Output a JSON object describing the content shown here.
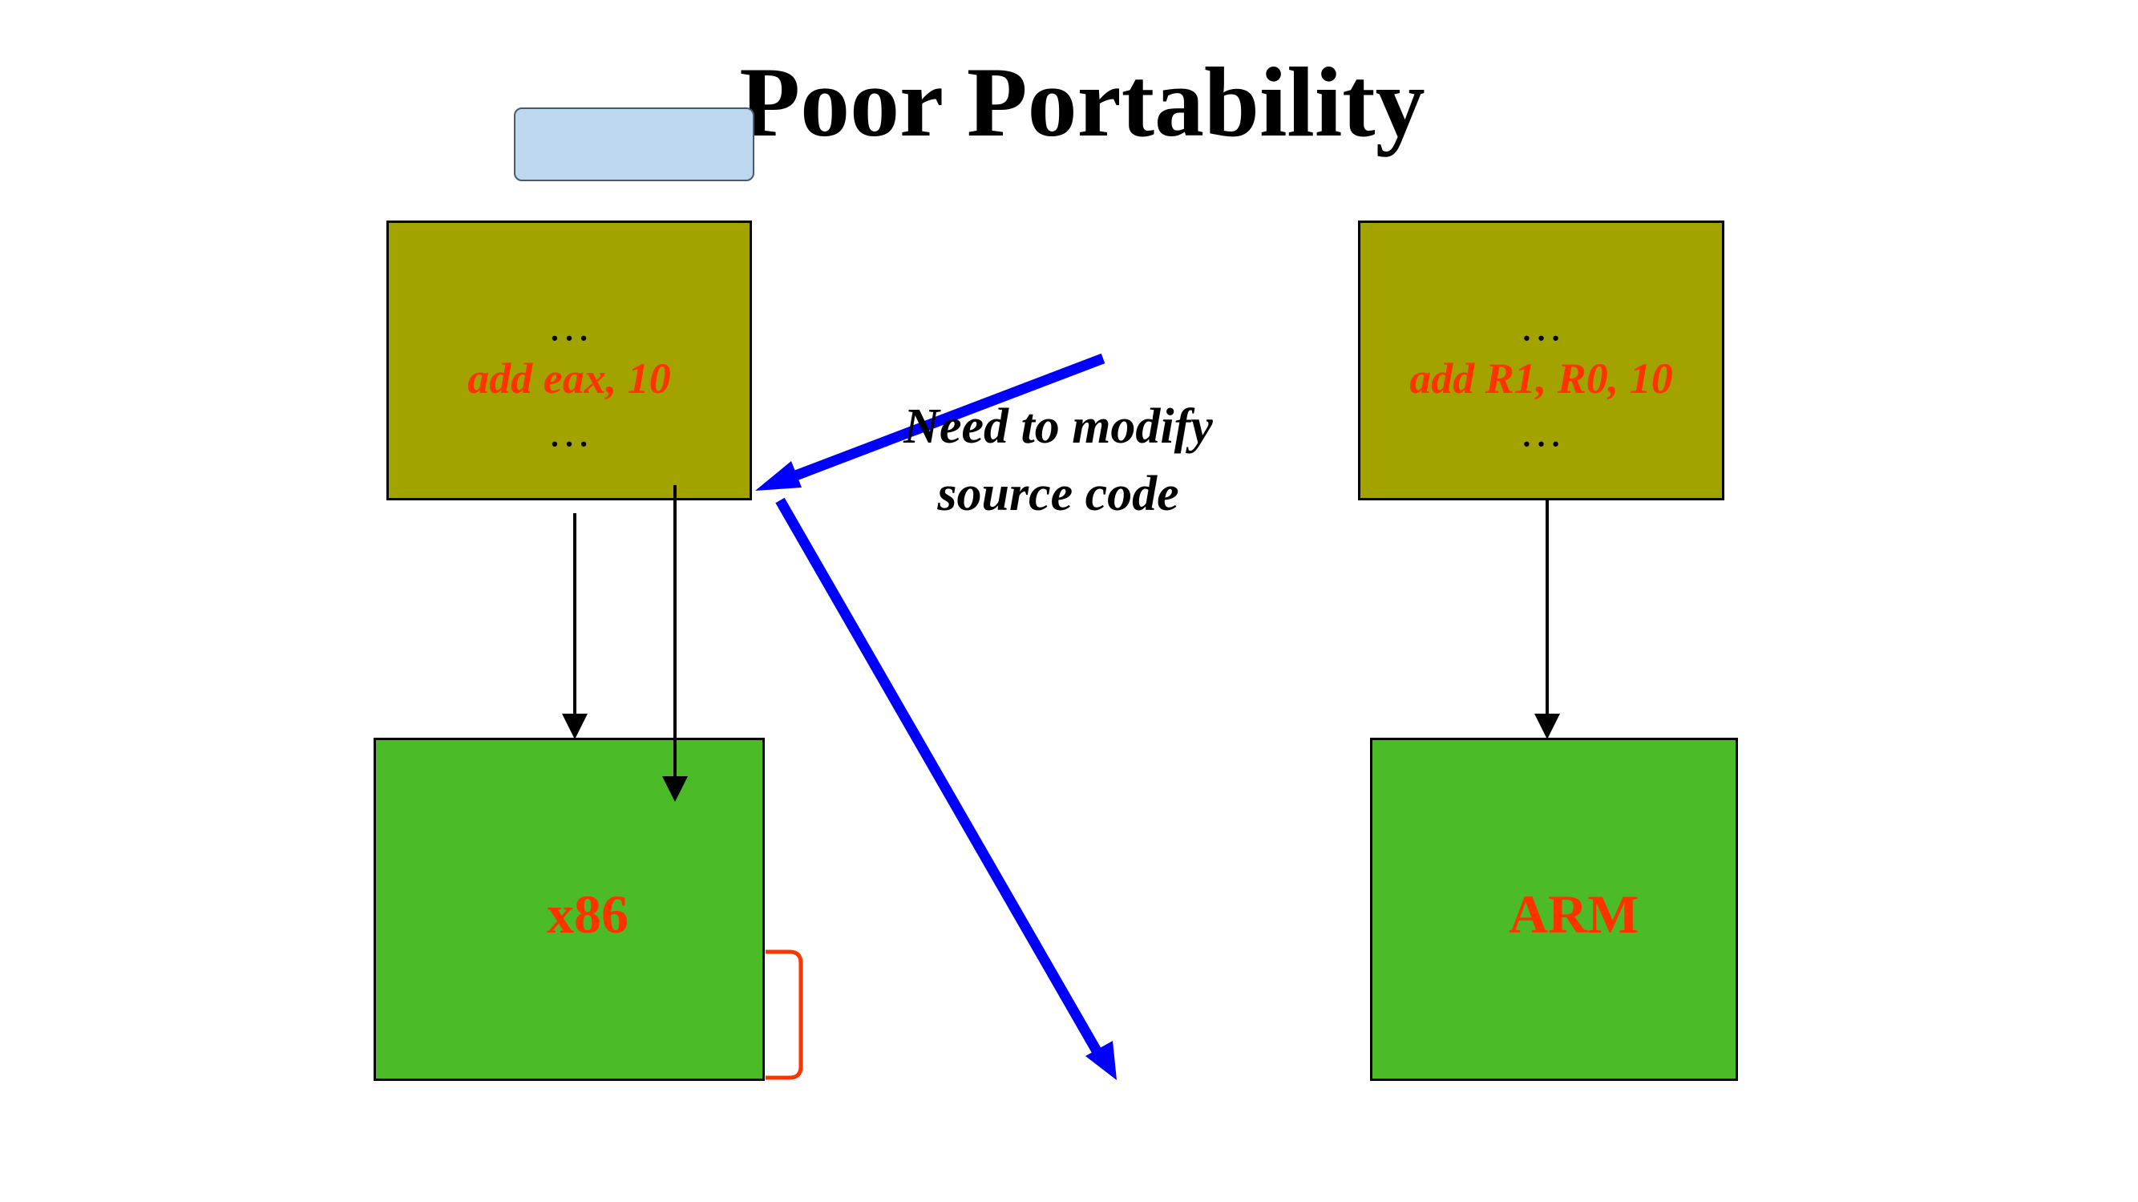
{
  "slide": {
    "title": "Poor Portability"
  },
  "source_left": {
    "line1": "…",
    "instruction": "add eax, 10",
    "line3": "…"
  },
  "source_right": {
    "line1": "…",
    "instruction": "add R1, R0, 10",
    "line3": "…"
  },
  "cpu_left": {
    "label": "x86"
  },
  "cpu_right": {
    "label": "ARM"
  },
  "note": {
    "line1": "Need to modify",
    "line2": "source code"
  },
  "colors": {
    "code_box": "#a3a300",
    "cpu_box": "#4cbb28",
    "instruction_text": "#ff3300",
    "blue_arrow": "#0000ff",
    "pill": "#bdd7ee",
    "bracket": "#ff3300"
  }
}
